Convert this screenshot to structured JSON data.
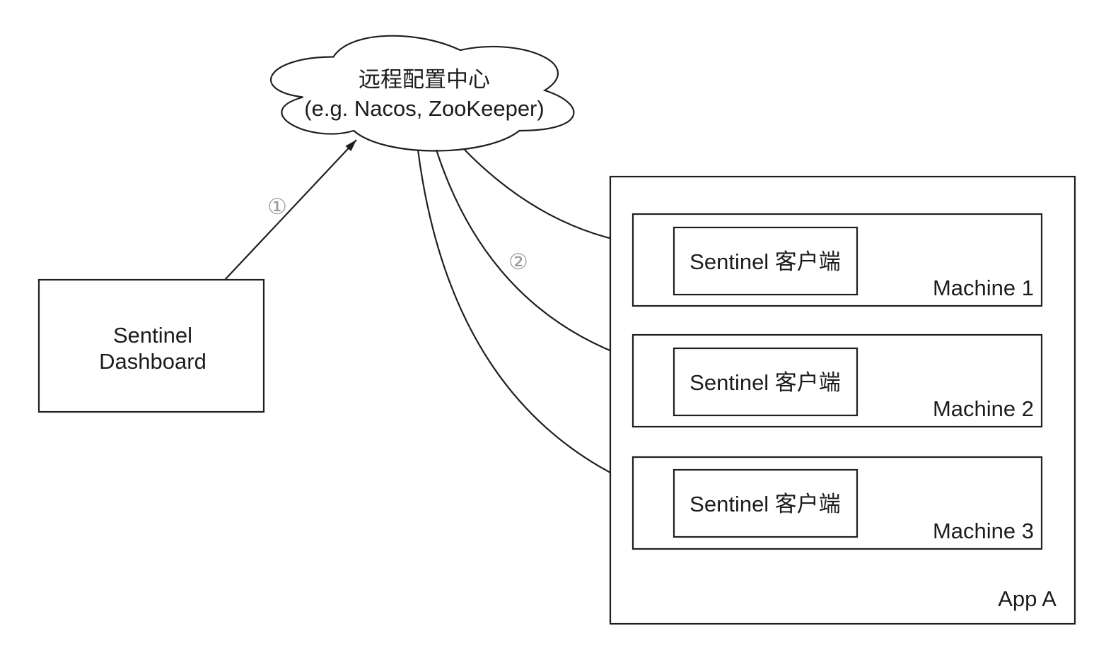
{
  "diagram": {
    "background": "#ffffff",
    "stroke_color": "#1f1f1f",
    "annotation_color": "#9a9a9a",
    "cloud": {
      "title": "远程配置中心",
      "subtitle": "(e.g. Nacos, ZooKeeper)"
    },
    "dashboard": {
      "line1": "Sentinel",
      "line2": "Dashboard"
    },
    "steps": {
      "step1": "①",
      "step2": "②"
    },
    "app": {
      "label": "App A",
      "machines": [
        {
          "label": "Machine 1",
          "client": "Sentinel 客户端"
        },
        {
          "label": "Machine 2",
          "client": "Sentinel 客户端"
        },
        {
          "label": "Machine 3",
          "client": "Sentinel 客户端"
        }
      ]
    }
  }
}
